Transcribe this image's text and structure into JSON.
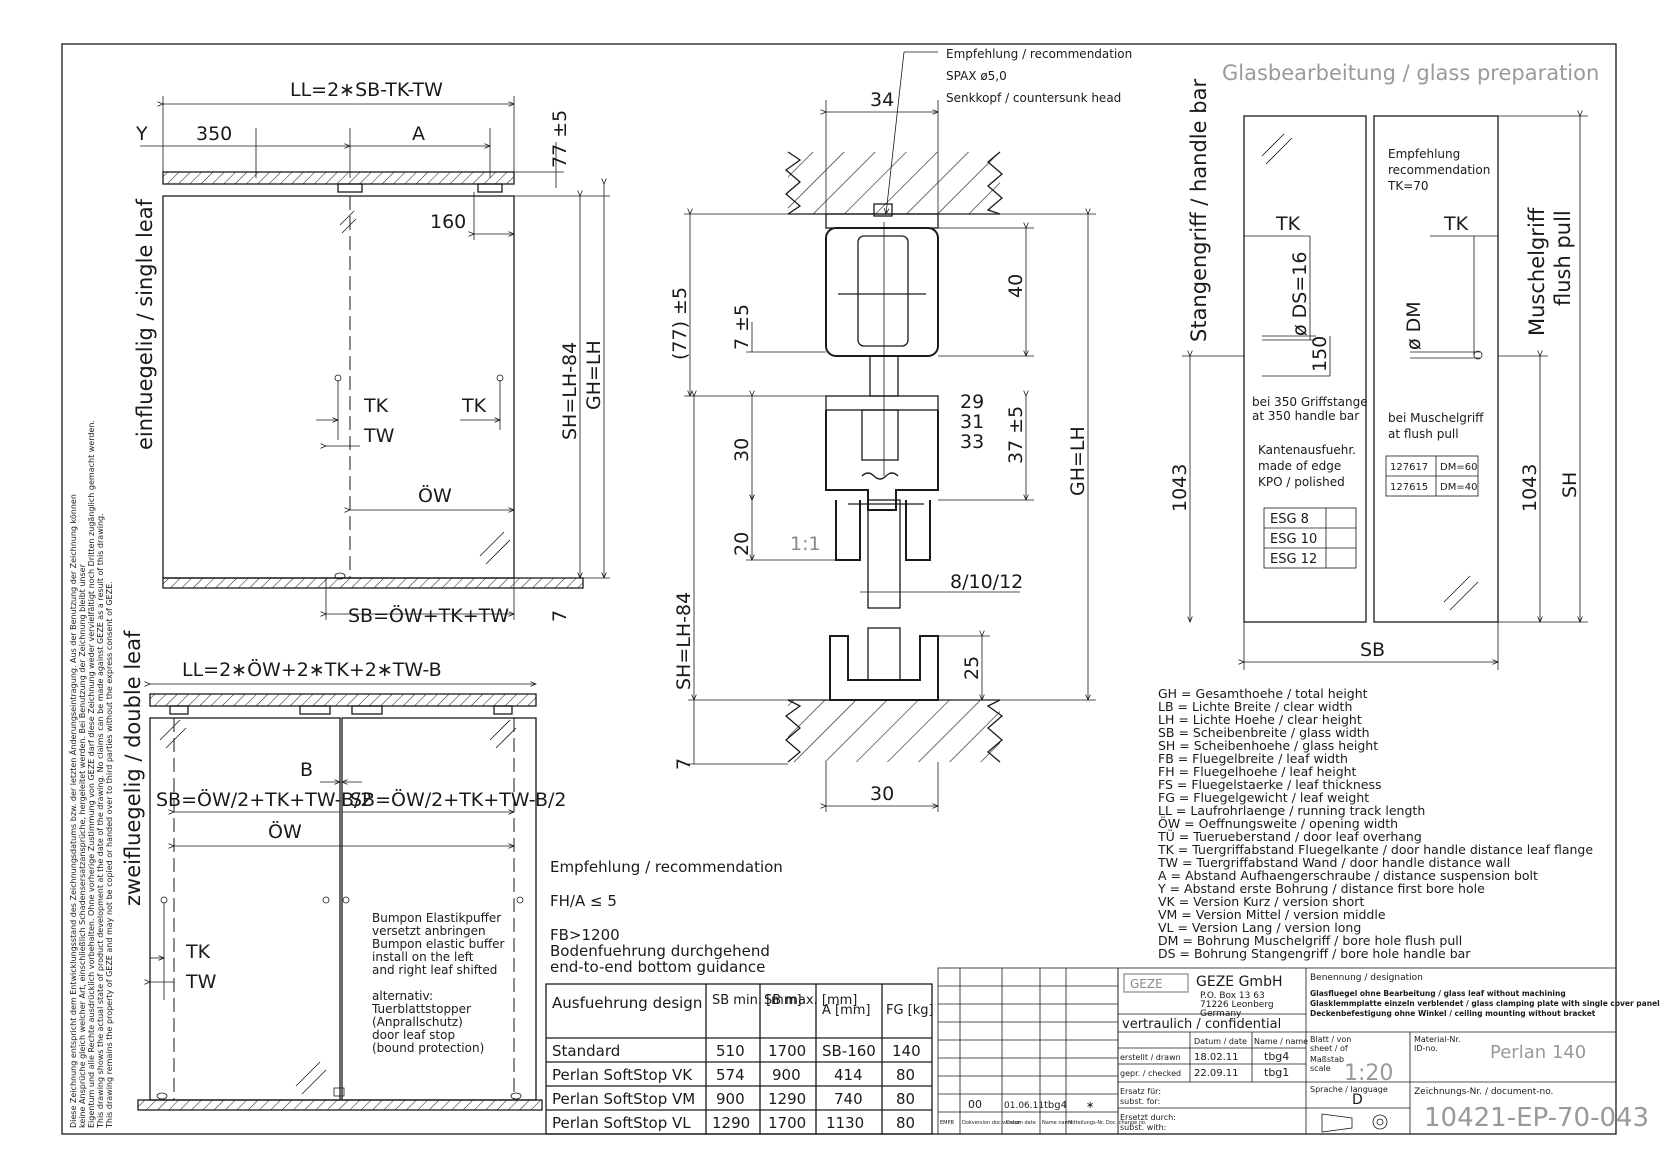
{
  "single_leaf": {
    "title": "einfluegelig / single leaf",
    "ll": "LL=2∗SB-TK-TW",
    "y": "Y",
    "d350": "350",
    "a": "A",
    "d77": "77 ±5",
    "d160": "160",
    "tk1": "TK",
    "tk2": "TK",
    "tw": "TW",
    "sh": "SH=LH-84",
    "gh": "GH=LH",
    "ow": "ÖW",
    "d7": "7",
    "sb": "SB=ÖW+TK+TW"
  },
  "double_leaf": {
    "title": "zweifluegelig / double leaf",
    "ll": "LL=2∗ÖW+2∗TK+2∗TW-B",
    "b": "B",
    "sb_left": "SB=ÖW/2+TK+TW-B/2",
    "sb_right": "SB=ÖW/2+TK+TW-B/2",
    "ow": "ÖW",
    "tk": "TK",
    "tw": "TW",
    "bumpon": [
      "Bumpon Elastikpuffer",
      "versetzt anbringen",
      "Bumpon elastic buffer",
      "install on the left",
      "and right leaf shifted"
    ],
    "alternative": [
      "alternativ:",
      "Tuerblattstopper",
      "(Anprallschutz)",
      "door leaf stop",
      "(bound protection)"
    ]
  },
  "section": {
    "recommend": [
      "Empfehlung / recommendation",
      "SPAX ø5,0",
      "Senkkopf / countersunk head"
    ],
    "d34": "34",
    "d77": "(77) ±5",
    "d7t": "7 ±5",
    "d40": "40",
    "d29": "29",
    "d31": "31",
    "d33": "33",
    "d37": "37 ±5",
    "d30v": "30",
    "d20": "20",
    "scale11": "1:1",
    "glass": "8/10/12",
    "sh": "SH=LH-84",
    "gh": "GH=LH",
    "d25": "25",
    "d7b": "7",
    "d30h": "30"
  },
  "glass_prep": {
    "title": "Glasbearbeitung / glass preparation",
    "handle_bar": "Stangengriff / handle bar",
    "flush_pull_de": "Muschelgriff",
    "flush_pull_en": "flush pull",
    "tk_left": "TK",
    "tk_right": "TK",
    "ds": "ø DS=16",
    "d150": "150",
    "dm": "ø DM",
    "rec": [
      "Empfehlung",
      "recommendation",
      "TK=70"
    ],
    "bei350": [
      "bei 350 Griffstange",
      "at 350 handle bar"
    ],
    "edge": [
      "Kantenausfuehr.",
      "made of edge",
      "KPO / polished"
    ],
    "esg": [
      "ESG 8",
      "ESG 10",
      "ESG 12"
    ],
    "beiMuschel": [
      "bei Muschelgriff",
      "at flush pull"
    ],
    "dm_table": [
      [
        "127617",
        "DM=60"
      ],
      [
        "127615",
        "DM=40"
      ]
    ],
    "d1043_left": "1043",
    "d1043_right": "1043",
    "sh": "SH",
    "sb": "SB"
  },
  "legend": [
    "GH = Gesamthoehe / total height",
    "LB = Lichte Breite / clear width",
    "LH = Lichte Hoehe / clear height",
    "SB = Scheibenbreite / glass width",
    "SH = Scheibenhoehe / glass height",
    "FB = Fluegelbreite / leaf width",
    "FH = Fluegelhoehe / leaf height",
    "FS = Fluegelstaerke / leaf thickness",
    "FG = Fluegelgewicht / leaf weight",
    "LL = Laufrohrlaenge / running track length",
    "ÖW = Oeffnungsweite / opening width",
    "TÜ = Tuerueberstand / door leaf overhang",
    "TK = Tuergriffabstand Fluegelkante / door handle distance leaf flange",
    "TW = Tuergriffabstand Wand / door handle distance wall",
    "A = Abstand Aufhaengerschraube / distance suspension bolt",
    "Y = Abstand erste Bohrung / distance first bore hole",
    "VK = Version Kurz / version short",
    "VM = Version Mittel / version middle",
    "VL = Version Lang / version long",
    "DM = Bohrung Muschelgriff / bore hole flush pull",
    "DS = Bohrung Stangengriff / bore hole handle bar"
  ],
  "recommendation": {
    "title": "Empfehlung / recommendation",
    "fha": "FH/A ≤ 5",
    "fb": "FB>1200",
    "floor_de": "Bodenfuehrung durchgehend",
    "floor_en": "end-to-end bottom guidance"
  },
  "spec_table": {
    "headers": [
      "Ausfuehrung design",
      "SB min. [mm]",
      "SB max. [mm]",
      "A [mm]",
      "FG [kg]"
    ],
    "rows": [
      [
        "Standard",
        "510",
        "1700",
        "SB-160",
        "140"
      ],
      [
        "Perlan SoftStop VK",
        "574",
        "900",
        "414",
        "80"
      ],
      [
        "Perlan SoftStop VM",
        "900",
        "1290",
        "740",
        "80"
      ],
      [
        "Perlan SoftStop VL",
        "1290",
        "1700",
        "1130",
        "80"
      ]
    ]
  },
  "side_note": [
    "Diese Zeichnung entspricht dem Entwicklungsstand des Zeichnungsdatums bzw. der letzten Änderungseintragung. Aus der Benutzung der Zeichnung können",
    "keine Ansprüche gleich welcher Art, einschließlich Schadensersatzansprüche, hergeleitet werden. Bei Benutzung der Zeichnung bleibt unser",
    "Eigentum und alle Rechte ausdrücklich vorbehalten. Ohne vorherige Zustimmung von GEZE darf diese Zeichnung weder vervielfältigt noch Dritten zugänglich gemacht werden.",
    "This drawing shows the actual state of product development at the date of the drawing. No claims can be made against GEZE as a result of this drawing.",
    "This drawing remains the property of GEZE and may not be copied or handed over to third parties without the express consent of GEZE."
  ],
  "title_block": {
    "company": "GEZE GmbH",
    "logo": "GEZE",
    "address": [
      "P.O. Box 13 63",
      "71226 Leonberg",
      "Germany"
    ],
    "confidential": "vertraulich / confidential",
    "designation_label": "Benennung / designation",
    "designation": [
      "Glasfluegel ohne Bearbeitung / glass leaf without machining",
      "Glasklemmplatte einzeln verblendet / glass clamping plate with single cover panel",
      "Deckenbefestigung ohne Winkel / ceiling mounting without bracket"
    ],
    "date_label": "Datum / date",
    "name_label": "Name / name",
    "drawn_label": "erstellt / drawn",
    "drawn_date": "18.02.11",
    "drawn_name": "tbg4",
    "checked_label": "gepr. / checked",
    "checked_date": "22.09.11",
    "checked_name": "tbg1",
    "replacement_label": "Ersatz für:",
    "replacement_label_en": "subst. for:",
    "replaced_label": "Ersetzt durch:",
    "replaced_label_en": "subst. with:",
    "sheet_label": "Blatt / von",
    "sheet_label_en": "sheet / of",
    "scale_label": "Maßstab",
    "scale_label_en": "scale",
    "scale": "1:20",
    "language_label": "Sprache / language",
    "language": "D",
    "material_label": "Material-Nr.",
    "material_label_en": "ID-no.",
    "product": "Perlan 140",
    "docno_label": "Zeichnungs-Nr. / document-no.",
    "docno": "10421-EP-70-043",
    "revision": [
      "00",
      "01.06.11",
      "tbg4",
      "∗"
    ],
    "rev_headers": [
      "EMPB",
      "Dokversion doc.version",
      "Datum date",
      "Name name",
      "Mitteilungs-Nr. Doc. change no."
    ]
  }
}
